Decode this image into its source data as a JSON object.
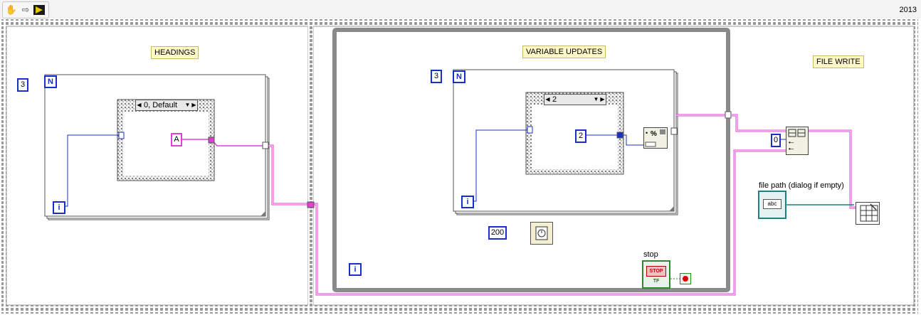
{
  "toolbar": {
    "run_tool": "run-hand-icon",
    "step_tool": "step-arrow-icon",
    "highlight_tool": "highlight-icon",
    "version": "2013"
  },
  "frames": {
    "headings": "HEADINGS",
    "variable_updates": "VARIABLE UPDATES",
    "file_write": "FILE WRITE"
  },
  "headings_frame": {
    "loop_count": "3",
    "count_terminal": "N",
    "iteration_terminal": "i",
    "case_selector": "0, Default",
    "string_constant": "A"
  },
  "updates_frame": {
    "loop_count": "3",
    "count_terminal": "N",
    "iteration_terminal": "i",
    "case_selector": "2",
    "numeric_constant": "2",
    "wait_ms": "200",
    "while_iteration": "i",
    "stop_label": "stop",
    "stop_button": "STOP",
    "stop_tf": "TF"
  },
  "file_frame": {
    "index_constant": "0",
    "path_label": "file path (dialog if empty)",
    "path_indicator": "abc"
  },
  "colors": {
    "string_wire": "#e040d0",
    "numeric_wire": "#1830c8",
    "path_wire": "#208080",
    "structure": "#8a8a8a"
  }
}
